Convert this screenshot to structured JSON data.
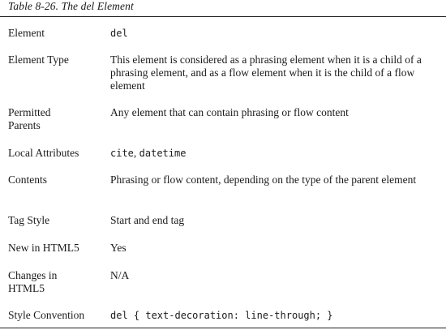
{
  "caption": "Table 8-26. The del Element",
  "rows": [
    {
      "label": "Element",
      "value": "del",
      "mono": true
    },
    {
      "label": "Element Type",
      "value": "This element is considered as a phrasing element when it is a child of a phrasing element, and as a flow element when it is the child of a flow element",
      "mono": false
    },
    {
      "label": "Permitted Parents",
      "value": "Any element that can contain phrasing or flow content",
      "mono": false
    },
    {
      "label": "Local Attributes",
      "value_parts": [
        "cite",
        ", ",
        "datetime"
      ],
      "mono": "mixed"
    },
    {
      "label": "Contents",
      "value": "Phrasing or flow content, depending on the type of the parent element",
      "mono": false
    },
    {
      "label": "Tag Style",
      "value": "Start and end tag",
      "mono": false
    },
    {
      "label": "New in HTML5",
      "value": "Yes",
      "mono": false
    },
    {
      "label": "Changes in HTML5",
      "value": "N/A",
      "mono": false
    },
    {
      "label": "Style Convention",
      "value": "del { text-decoration: line-through; }",
      "mono": true
    }
  ]
}
